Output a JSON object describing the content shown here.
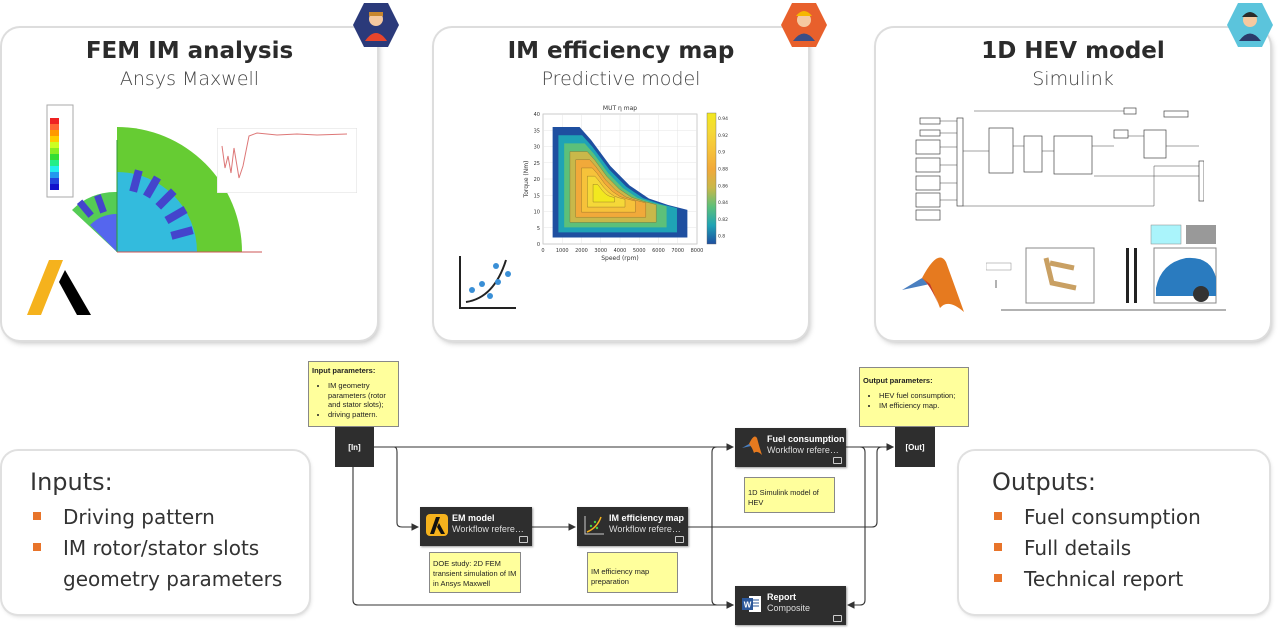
{
  "cards": [
    {
      "title": "FEM IM analysis",
      "subtitle": "Ansys Maxwell",
      "avatar_color": "#2b3a7a"
    },
    {
      "title": "IM efficiency map",
      "subtitle": "Predictive model",
      "avatar_color": "#e8602c"
    },
    {
      "title": "1D HEV model",
      "subtitle": "Simulink",
      "avatar_color": "#5bc4dc"
    }
  ],
  "chart_data": {
    "type": "heatmap",
    "title": "MUT η map",
    "xlabel": "Speed (rpm)",
    "ylabel": "Torque (Nm)",
    "xlim": [
      0,
      8000
    ],
    "ylim": [
      0,
      40
    ],
    "xticks": [
      "0",
      "1000",
      "2000",
      "3000",
      "4000",
      "5000",
      "6000",
      "7000",
      "8000"
    ],
    "yticks": [
      "0",
      "5",
      "10",
      "15",
      "20",
      "25",
      "30",
      "35",
      "40"
    ],
    "colorbar_ticks": [
      "0.8",
      "0.82",
      "0.84",
      "0.86",
      "0.88",
      "0.9",
      "0.92",
      "0.94"
    ],
    "colorbar_range": [
      0.79,
      0.945
    ],
    "envelope": [
      [
        500,
        2
      ],
      [
        500,
        36
      ],
      [
        1900,
        36
      ],
      [
        2500,
        32
      ],
      [
        3500,
        24
      ],
      [
        4500,
        18
      ],
      [
        5500,
        14
      ],
      [
        6500,
        12
      ],
      [
        7500,
        10.5
      ],
      [
        7500,
        2
      ]
    ],
    "grid": true
  },
  "inputs": {
    "title": "Inputs:",
    "items": [
      "Driving pattern",
      "IM rotor/stator slots",
      "geometry parameters"
    ]
  },
  "outputs": {
    "title": "Outputs:",
    "items": [
      "Fuel consumption",
      "Full details",
      "Technical report"
    ]
  },
  "workflow": {
    "input_note": {
      "title": "Input parameters:",
      "items": [
        "IM geometry parameters (rotor and stator slots);",
        "driving pattern."
      ]
    },
    "output_note": {
      "title": "Output parameters:",
      "items": [
        "HEV fuel consumption;",
        "IM efficiency map."
      ]
    },
    "in_port": "[In]",
    "out_port": "[Out]",
    "blocks": {
      "em": {
        "title": "EM model",
        "subtitle": "Workflow refere…",
        "note": "DOE study: 2D FEM transient simulation of IM in Ansys Maxwell"
      },
      "eff": {
        "title": "IM efficiency map",
        "subtitle": "Workflow refere…",
        "note": "IM efficiency map preparation"
      },
      "fuel": {
        "title": "Fuel consumption",
        "subtitle": "Workflow refere…",
        "note": "1D Simulink model of HEV"
      },
      "report": {
        "title": "Report",
        "subtitle": "Composite"
      }
    }
  },
  "colors": {
    "accent": "#e8742a",
    "note": "#ffff9c",
    "block": "#2e2e2e"
  }
}
